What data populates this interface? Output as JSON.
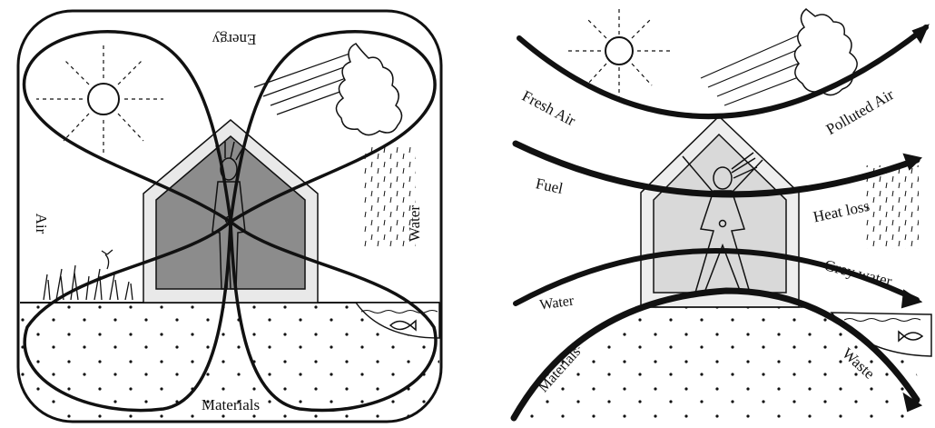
{
  "left_diagram": {
    "labels": {
      "energy": "Energy",
      "air": "Air",
      "water": "Water",
      "materials": "Materials"
    }
  },
  "right_diagram": {
    "labels": {
      "fresh_air": "Fresh Air",
      "polluted_air": "Polluted Air",
      "fuel": "Fuel",
      "heat_loss": "Heat loss",
      "water": "Water",
      "grey_water": "Grey water",
      "materials": "Materials",
      "waste": "Waste"
    }
  },
  "colors": {
    "ink": "#111111",
    "house_fill_left": "#8c8c8c",
    "house_fill_right": "#d9d9d9",
    "house_frame": "#e6e6e6"
  }
}
